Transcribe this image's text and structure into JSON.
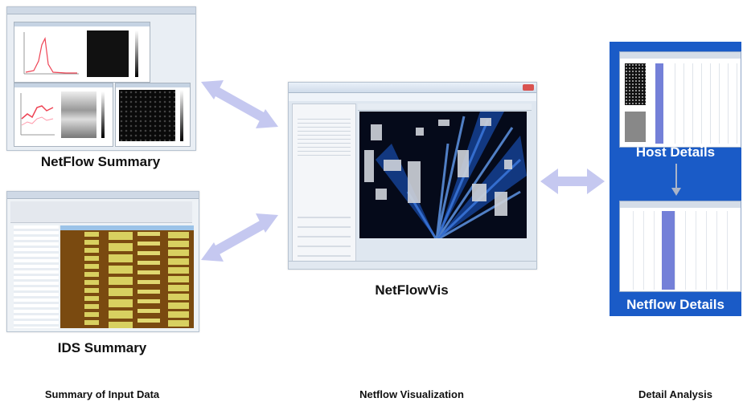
{
  "captions": {
    "netflow_summary": "NetFlow Summary",
    "ids_summary": "IDS Summary",
    "netflowvis": "NetFlowVis",
    "host_details": "Host Details",
    "netflow_details": "Netflow Details"
  },
  "sections": {
    "left": "Summary of Input Data",
    "middle": "Netflow Visualization",
    "right": "Detail Analysis"
  },
  "colors": {
    "arrow": "#c5c8f0",
    "panel_blue": "#1a5bc7",
    "ids_brown": "#7a4a10",
    "ids_yellow": "#d8d060"
  }
}
